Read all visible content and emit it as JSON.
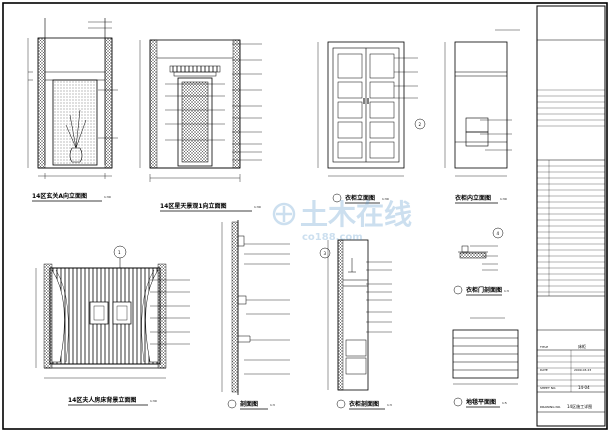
{
  "drawing_titles": {
    "v1": "14区玄关A向立面图",
    "v2": "14区星天景观1向立面图",
    "v3": "衣柜立面图",
    "v4": "衣柜内立面图",
    "v5": "14区夫人房床背景立面图",
    "s1": "剖面图",
    "s2": "衣柜剖面图",
    "d1": "衣柜门剖面图",
    "d2": "地毯平面图"
  },
  "scale_marks": {
    "v1": "1:30",
    "v2": "1:30",
    "v3": "1:30",
    "v4": "1:30",
    "v5": "1:30",
    "s1": "1:3",
    "s2": "1:3",
    "d1": "1:3",
    "d2": "1:5"
  },
  "section_markers": [
    "1",
    "2",
    "3",
    "4"
  ],
  "watermark": {
    "main": "土木在线",
    "url": "co188.com"
  },
  "title_block": {
    "rows": [
      {
        "label": "TITLE",
        "value": "床柜"
      },
      {
        "label": "DATE",
        "value": "2009.03.23"
      },
      {
        "label": "SHEET NO.",
        "value": "14-04"
      },
      {
        "label": "DRAWING NO.",
        "value": "14区施工详图"
      }
    ]
  }
}
